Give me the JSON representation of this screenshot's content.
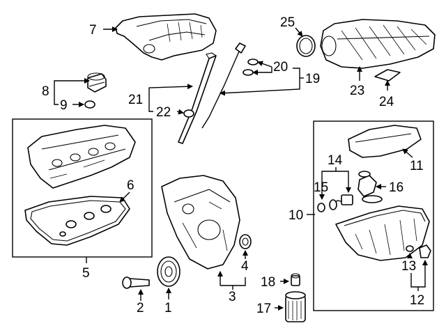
{
  "diagram": {
    "callouts": {
      "c1": "1",
      "c2": "2",
      "c3": "3",
      "c4": "4",
      "c5": "5",
      "c6": "6",
      "c7": "7",
      "c8": "8",
      "c9": "9",
      "c10": "10",
      "c11": "11",
      "c12": "12",
      "c13": "13",
      "c14": "14",
      "c15": "15",
      "c16": "16",
      "c17": "17",
      "c18": "18",
      "c19": "19",
      "c20": "20",
      "c21": "21",
      "c22": "22",
      "c23": "23",
      "c24": "24",
      "c25": "25"
    }
  }
}
